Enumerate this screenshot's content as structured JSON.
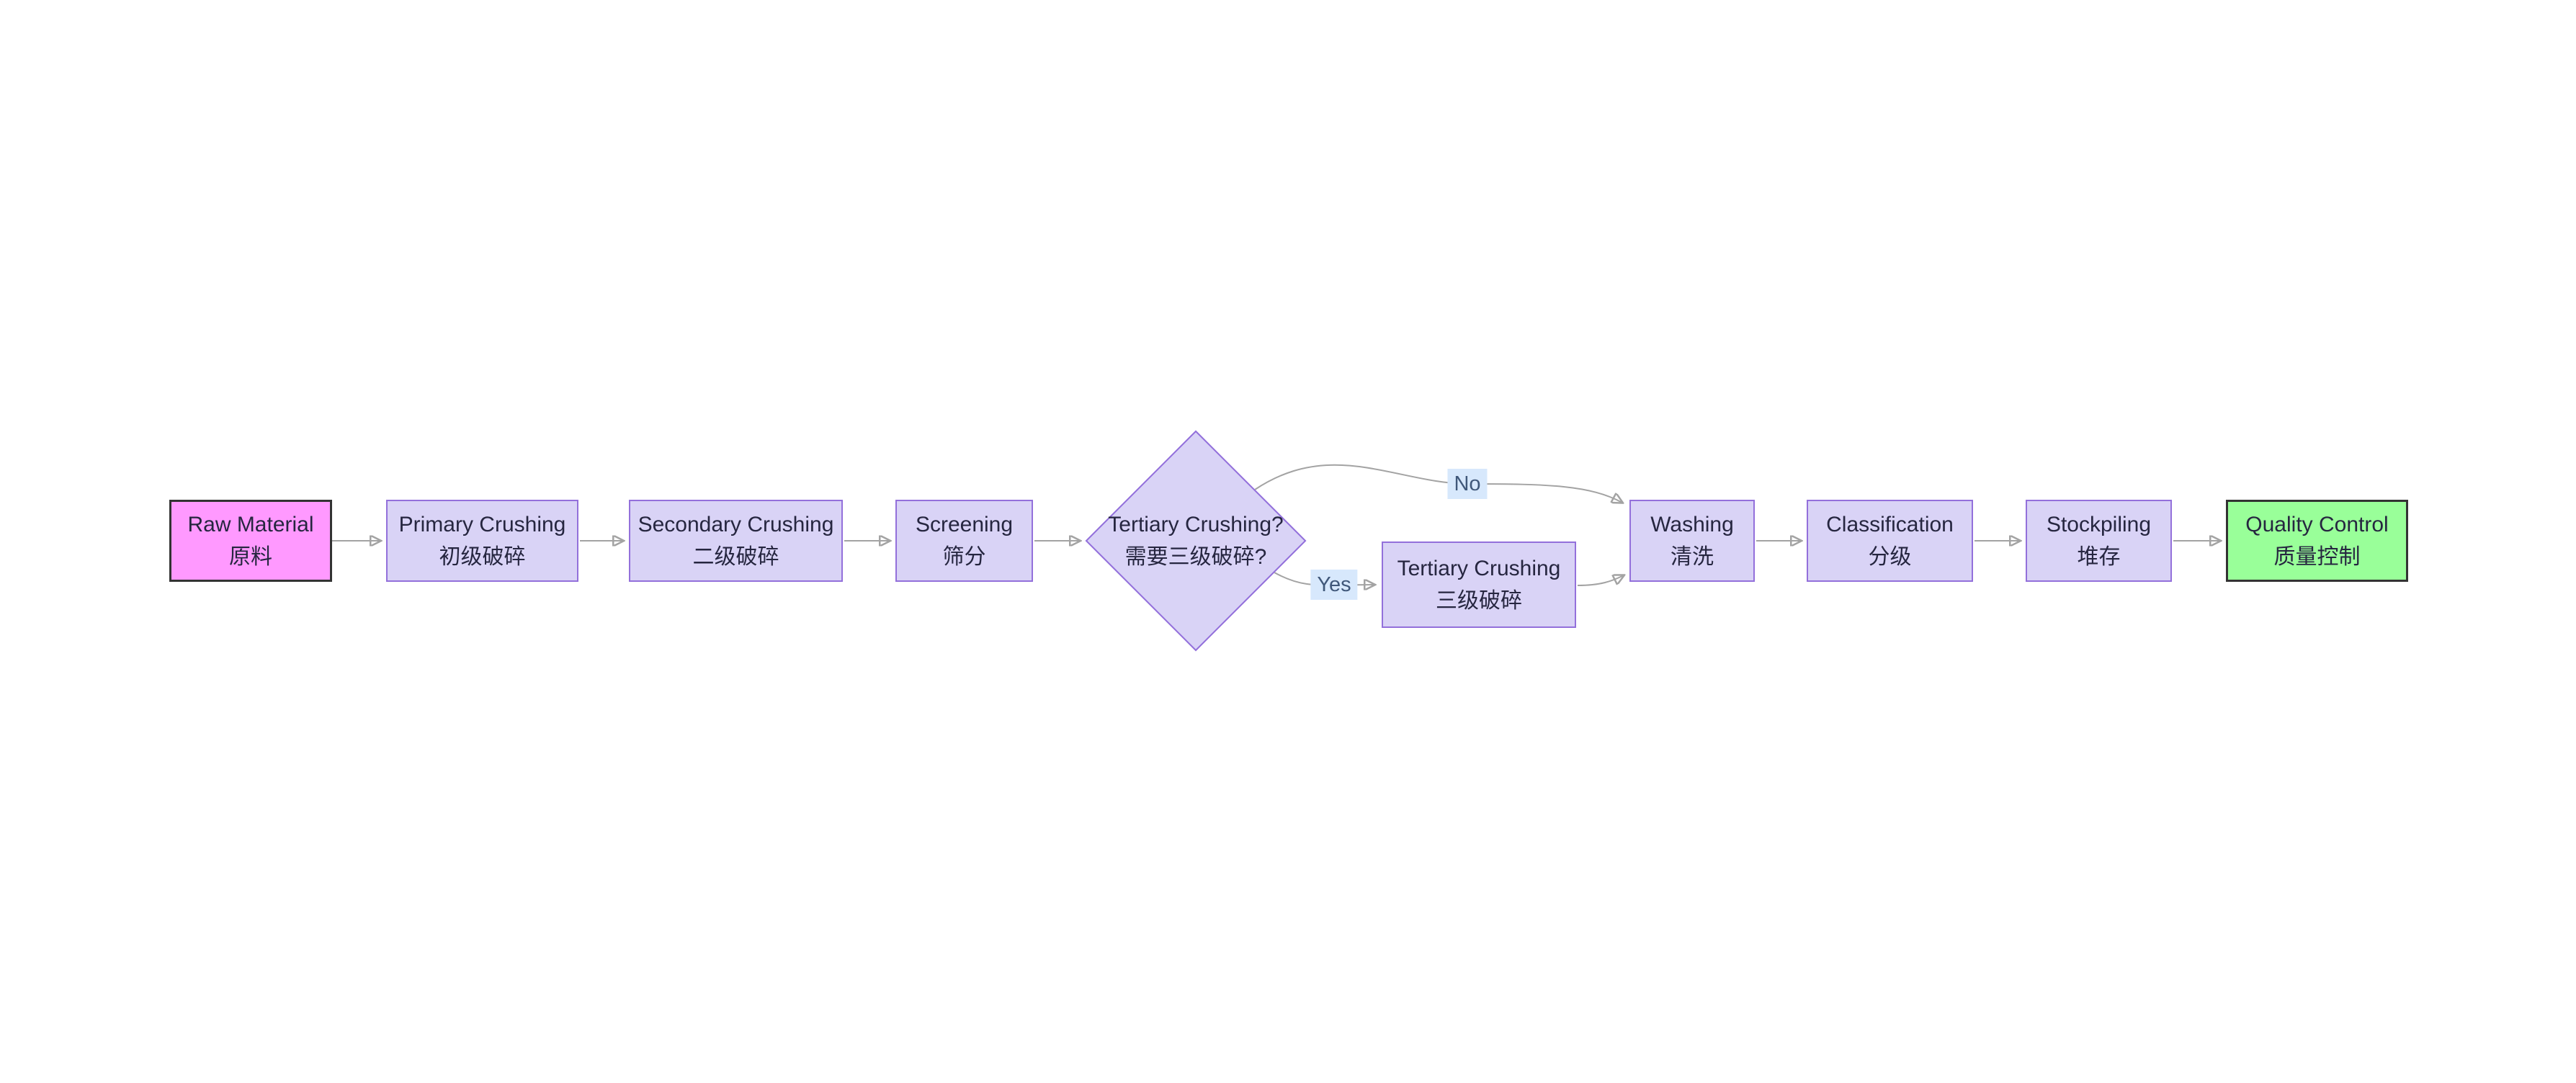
{
  "diagram": {
    "type": "flowchart",
    "direction": "LR",
    "background": "#ffffff"
  },
  "nodes": {
    "raw_material": {
      "en": "Raw Material",
      "zh": "原料",
      "shape": "rect",
      "fill": "#ff99ff",
      "stroke": "#333333"
    },
    "primary": {
      "en": "Primary Crushing",
      "zh": "初级破碎",
      "shape": "rect",
      "fill": "#d9d3f6",
      "stroke": "#9370db"
    },
    "secondary": {
      "en": "Secondary Crushing",
      "zh": "二级破碎",
      "shape": "rect",
      "fill": "#d9d3f6",
      "stroke": "#9370db"
    },
    "screening": {
      "en": "Screening",
      "zh": "筛分",
      "shape": "rect",
      "fill": "#d9d3f6",
      "stroke": "#9370db"
    },
    "decision": {
      "en": "Tertiary Crushing?",
      "zh": "需要三级破碎?",
      "shape": "diamond",
      "fill": "#d9d3f6",
      "stroke": "#9370db"
    },
    "tertiary": {
      "en": "Tertiary Crushing",
      "zh": "三级破碎",
      "shape": "rect",
      "fill": "#d9d3f6",
      "stroke": "#9370db"
    },
    "washing": {
      "en": "Washing",
      "zh": "清洗",
      "shape": "rect",
      "fill": "#d9d3f6",
      "stroke": "#9370db"
    },
    "classification": {
      "en": "Classification",
      "zh": "分级",
      "shape": "rect",
      "fill": "#d9d3f6",
      "stroke": "#9370db"
    },
    "stockpiling": {
      "en": "Stockpiling",
      "zh": "堆存",
      "shape": "rect",
      "fill": "#d9d3f6",
      "stroke": "#9370db"
    },
    "quality": {
      "en": "Quality Control",
      "zh": "质量控制",
      "shape": "rect",
      "fill": "#99ff99",
      "stroke": "#333333"
    }
  },
  "edges": [
    {
      "from": "raw_material",
      "to": "primary",
      "label": ""
    },
    {
      "from": "primary",
      "to": "secondary",
      "label": ""
    },
    {
      "from": "secondary",
      "to": "screening",
      "label": ""
    },
    {
      "from": "screening",
      "to": "decision",
      "label": ""
    },
    {
      "from": "decision",
      "to": "washing",
      "label": "No"
    },
    {
      "from": "decision",
      "to": "tertiary",
      "label": "Yes"
    },
    {
      "from": "tertiary",
      "to": "washing",
      "label": ""
    },
    {
      "from": "washing",
      "to": "classification",
      "label": ""
    },
    {
      "from": "classification",
      "to": "stockpiling",
      "label": ""
    },
    {
      "from": "stockpiling",
      "to": "quality",
      "label": ""
    }
  ],
  "colors": {
    "process_fill": "#d9d3f6",
    "process_stroke": "#9370db",
    "start_fill": "#ff99ff",
    "end_fill": "#99ff99",
    "dark_stroke": "#333333",
    "edge_stroke": "#a3a3a3",
    "edge_label_bg": "#d7e8fc",
    "edge_label_text": "#40587a",
    "node_text": "#262640"
  }
}
